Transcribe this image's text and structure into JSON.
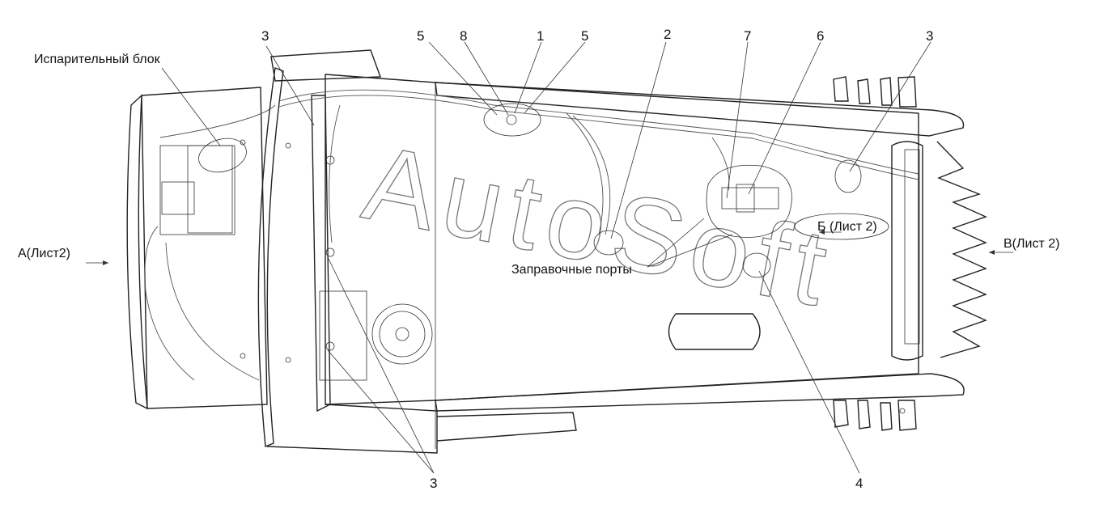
{
  "diagram": {
    "watermark": "AutoSoft",
    "notes": {
      "evaporator": "Испарительный блок",
      "view_a": "А(Лист2)",
      "view_b": "Б (Лист 2)",
      "view_v": "В(Лист 2)",
      "ports": "Заправочные порты"
    },
    "callouts": {
      "c3_top_left": "3",
      "c5_left": "5",
      "c8": "8",
      "c1": "1",
      "c5_right": "5",
      "c2": "2",
      "c7": "7",
      "c6": "6",
      "c3_top_right": "3",
      "c3_bottom": "3",
      "c4": "4"
    }
  }
}
